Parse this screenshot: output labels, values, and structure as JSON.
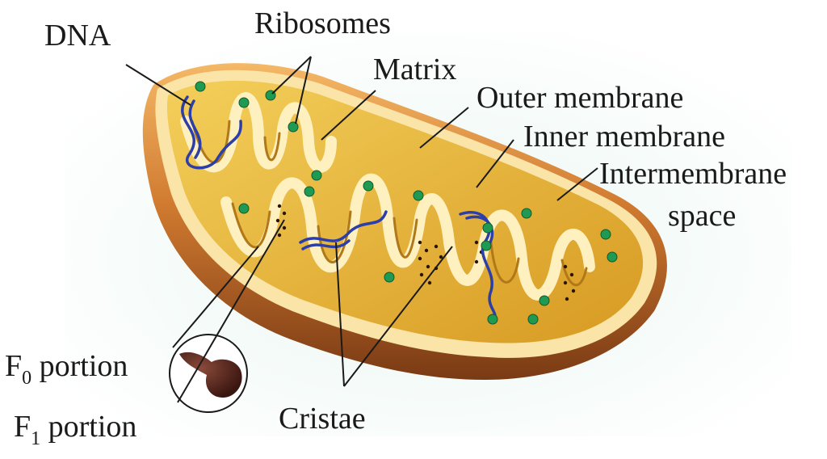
{
  "labels": {
    "dna": "DNA",
    "ribosomes": "Ribosomes",
    "matrix": "Matrix",
    "outer_membrane": "Outer membrane",
    "inner_membrane": "Inner membrane",
    "intermembrane_line1": "Intermembrane",
    "intermembrane_line2": "space",
    "f0_main": "F",
    "f0_sub": "0",
    "f0_rest": " portion",
    "f1_main": "F",
    "f1_sub": "1",
    "f1_rest": " portion",
    "cristae": "Cristae"
  },
  "colors": {
    "background_tint": "#dff1ec",
    "outer_shell": "#c0692a",
    "shell_highlight": "#f2b060",
    "matrix": "#e6b230",
    "membrane_edge": "#fff2c8",
    "dna": "#2c3fa8",
    "ribosome": "#1f9a52"
  }
}
